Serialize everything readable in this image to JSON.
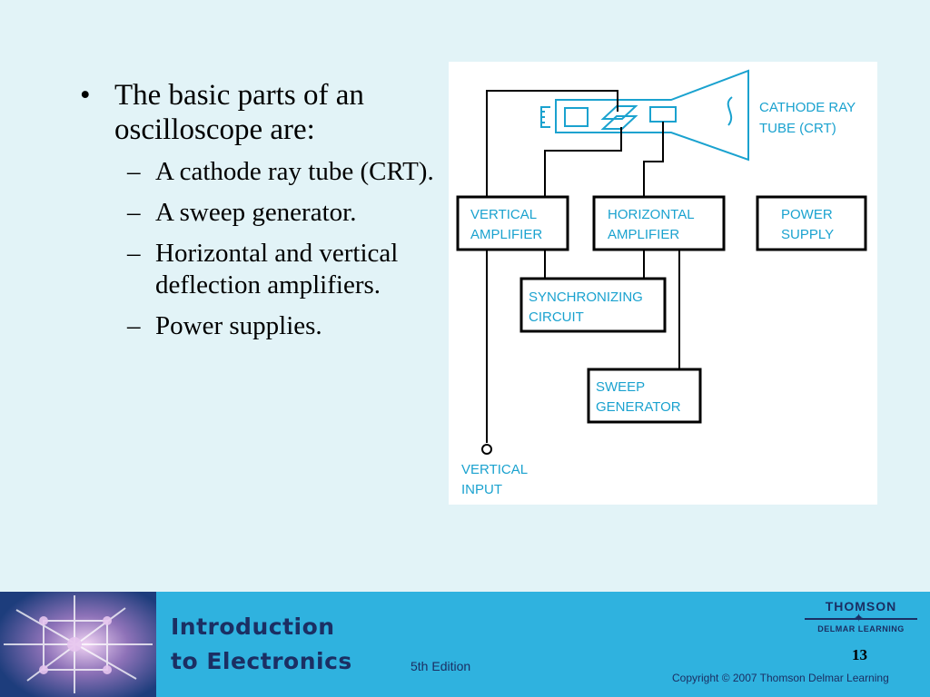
{
  "slide": {
    "bullet": "The basic parts of an oscilloscope are:",
    "subitems": [
      "A cathode ray tube (CRT).",
      "A sweep generator.",
      "Horizontal and vertical deflection amplifiers.",
      "Power supplies."
    ]
  },
  "diagram": {
    "crt_label": [
      "CATHODE RAY",
      "TUBE (CRT)"
    ],
    "vertical_amp": [
      "VERTICAL",
      "AMPLIFIER"
    ],
    "horizontal_amp": [
      "HORIZONTAL",
      "AMPLIFIER"
    ],
    "power_supply": [
      "POWER",
      "SUPPLY"
    ],
    "sync_circuit": [
      "SYNCHRONIZING",
      "CIRCUIT"
    ],
    "sweep_generator": [
      "SWEEP",
      "GENERATOR"
    ],
    "vertical_input": [
      "VERTICAL",
      "INPUT"
    ],
    "colors": {
      "line": "#1aa2cf",
      "box": "#000000"
    }
  },
  "footer": {
    "title_line1": "Introduction",
    "title_line2": "to Electronics",
    "edition": "5th Edition",
    "publisher_name": "THOMSON",
    "publisher_sub": "DELMAR LEARNING",
    "slide_number": "13",
    "copyright": "Copyright  © 2007  Thomson Delmar Learning"
  }
}
